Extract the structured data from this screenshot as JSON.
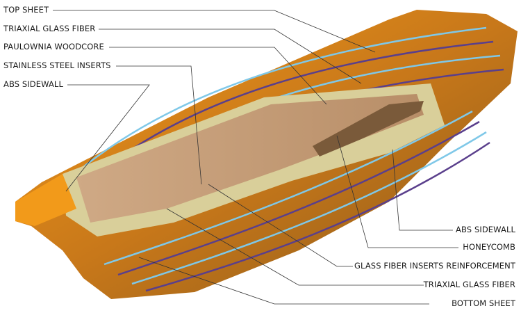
{
  "left_labels": {
    "top_sheet": "TOP SHEET",
    "triaxial_top": "TRIAXIAL GLASS FIBER",
    "woodcore": "PAULOWNIA WOODCORE",
    "inserts": "STAINLESS STEEL INSERTS",
    "abs_left": "ABS SIDEWALL"
  },
  "right_labels": {
    "abs_right": "ABS SIDEWALL",
    "honeycomb": "HONEYCOMB",
    "insert_reinforcement": "GLASS FIBER INSERTS REINFORCEMENT",
    "triaxial_bottom": "TRIAXIAL GLASS FIBER",
    "bottom_sheet": "BOTTOM SHEET"
  },
  "colors": {
    "orange": "#e8890f",
    "glass": "#d9cf9a",
    "wood": "#c9a882",
    "stripe_blue": "#7fc8e8",
    "stripe_purple": "#5a3f8c"
  }
}
